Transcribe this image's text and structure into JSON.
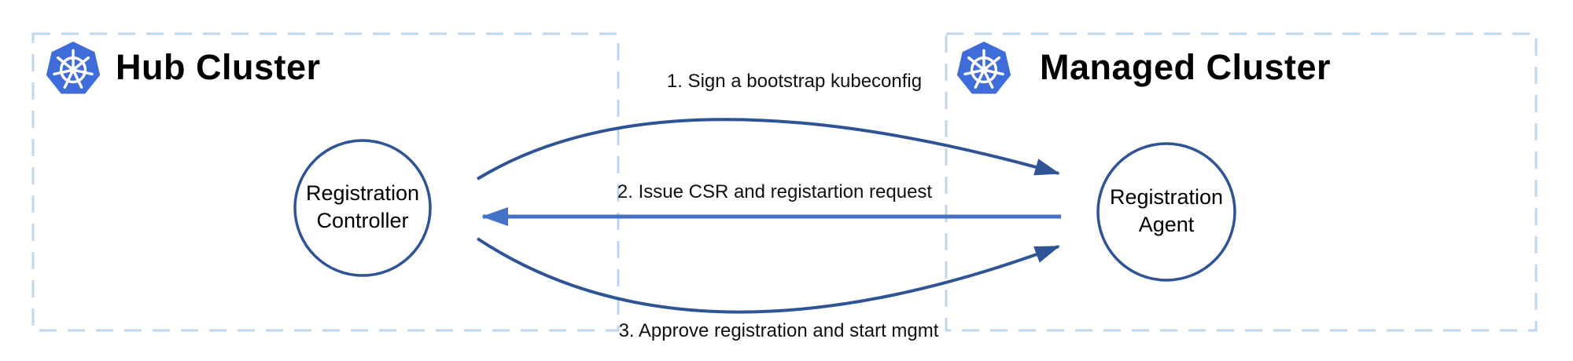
{
  "colors": {
    "box_border": "#BDD7EE",
    "arrow_primary": "#2F5496",
    "arrow_secondary": "#4472C4",
    "node_border": "#2F5496",
    "k8s_blue": "#3E6CD8",
    "text_color": "#000000"
  },
  "hub": {
    "title": "Hub Cluster",
    "node_label": "Registration\nController"
  },
  "managed": {
    "title": "Managed Cluster",
    "node_label": "Registration\nAgent"
  },
  "arrows": [
    {
      "label": "1. Sign a bootstrap kubeconfig",
      "from": "Registration Controller",
      "to": "Registration Agent",
      "shape": "arc-up"
    },
    {
      "label": "2. Issue CSR and registartion request",
      "from": "Registration Agent",
      "to": "Registration Controller",
      "shape": "straight"
    },
    {
      "label": "3. Approve registration and start mgmt",
      "from": "Registration Controller",
      "to": "Registration Agent",
      "shape": "arc-down"
    }
  ]
}
